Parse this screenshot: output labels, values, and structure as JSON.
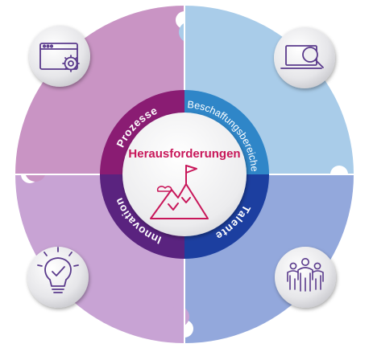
{
  "center": {
    "title": "Herausforderungen",
    "title_color": "#c8175a",
    "icon": "mountain-flag-icon"
  },
  "segments": [
    {
      "key": "prozesse",
      "label": "Prozesse",
      "icon": "browser-gear-icon",
      "outer_color": "#c994c4",
      "inner_color": "#8a1c73"
    },
    {
      "key": "beschaffungsbereiche",
      "label": "Beschaffungsbereiche",
      "icon": "laptop-search-icon",
      "outer_color": "#a9cce9",
      "inner_color": "#2f86c8"
    },
    {
      "key": "talente",
      "label": "Talente",
      "icon": "team-people-icon",
      "outer_color": "#93a8dc",
      "inner_color": "#1c3fa0"
    },
    {
      "key": "innovation",
      "label": "Innovation",
      "icon": "lightbulb-check-icon",
      "outer_color": "#c8a3d4",
      "inner_color": "#5a237f"
    }
  ],
  "icon_color": "#5a3a8c",
  "background_color": "#ffffff"
}
